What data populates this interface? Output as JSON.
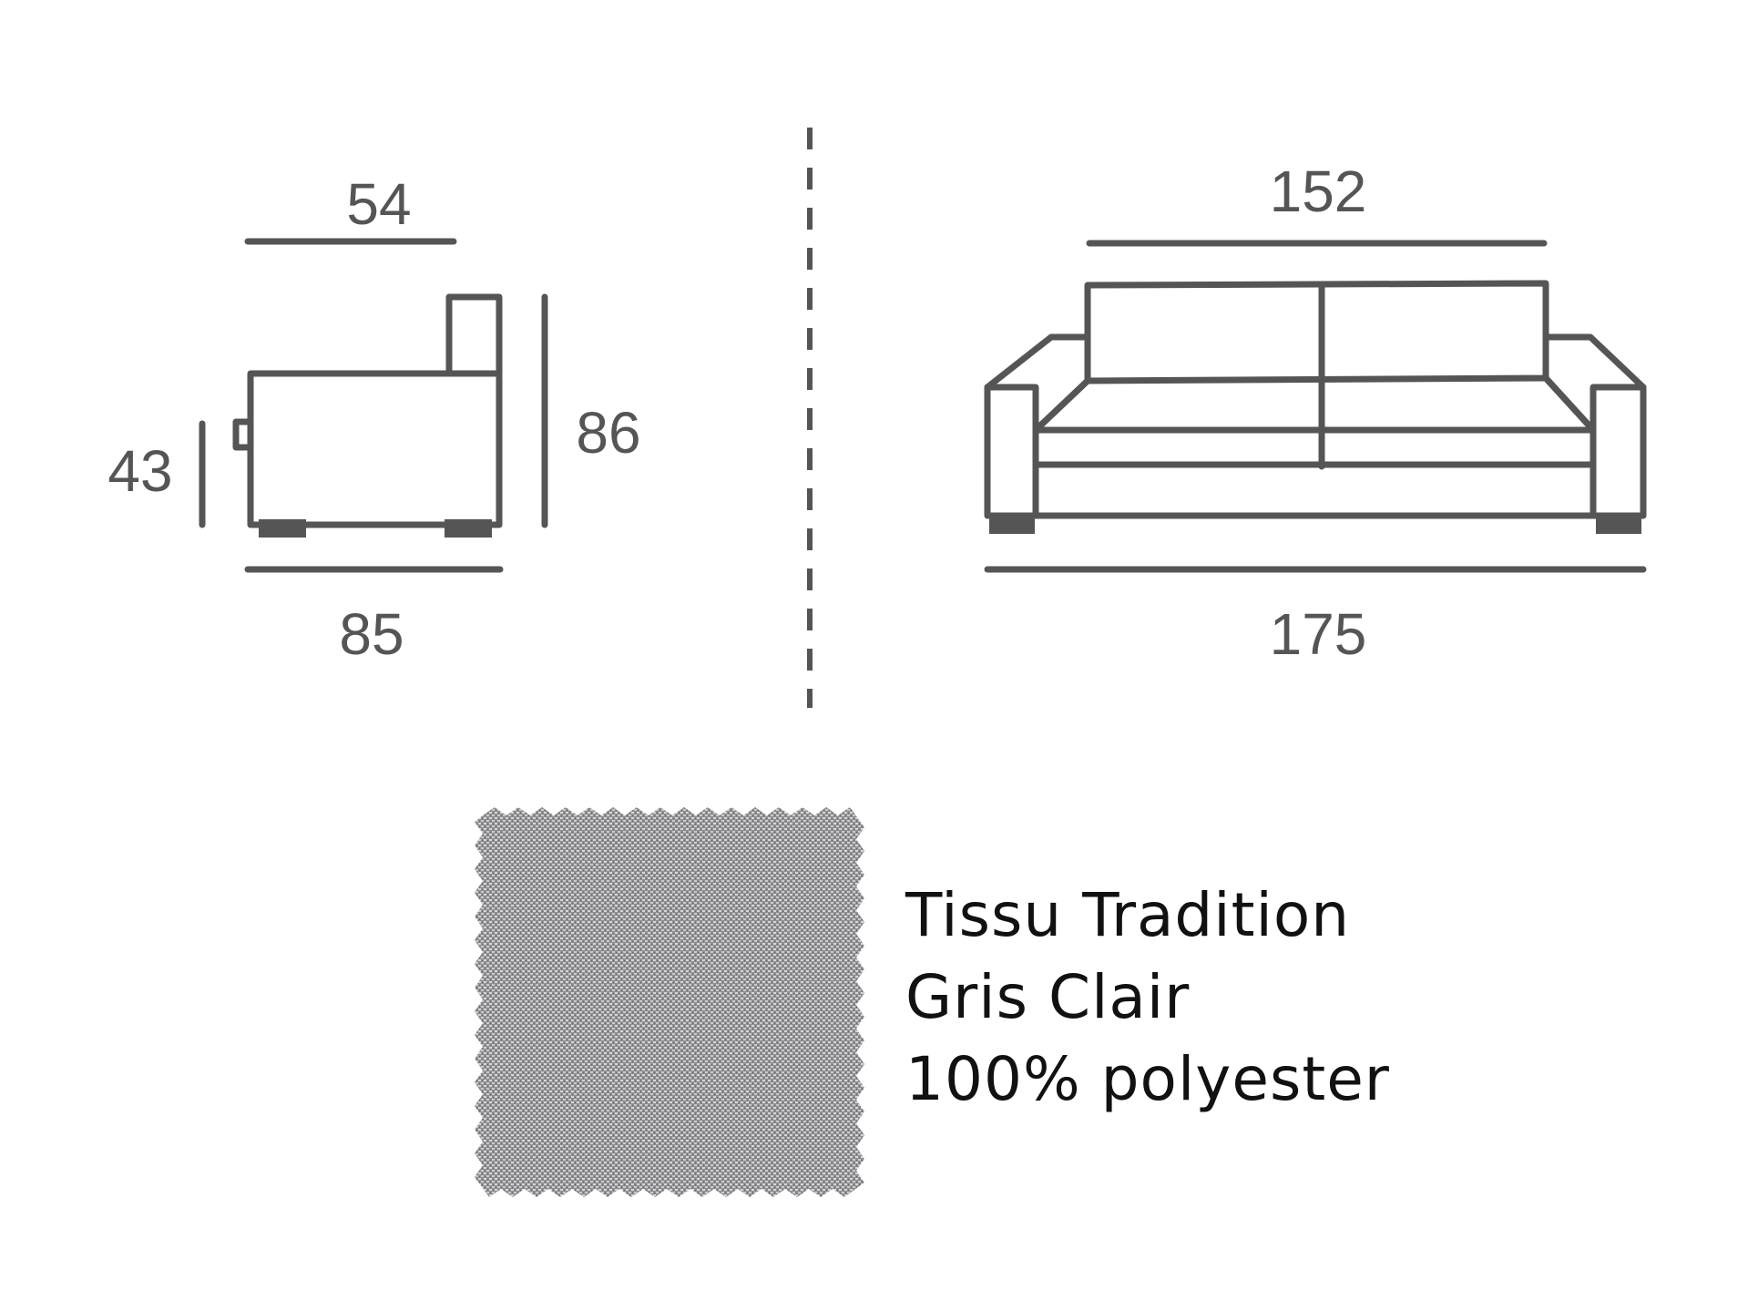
{
  "side_view": {
    "top_width": "54",
    "seat_height": "43",
    "total_height": "86",
    "depth": "85"
  },
  "front_view": {
    "inner_width": "152",
    "total_width": "175"
  },
  "fabric": {
    "line1": "Tissu Tradition",
    "line2": "Gris Clair",
    "line3": "100% polyester"
  },
  "colors": {
    "line": "#555555",
    "fabric_base": "#8f8f93",
    "text": "#111111"
  }
}
